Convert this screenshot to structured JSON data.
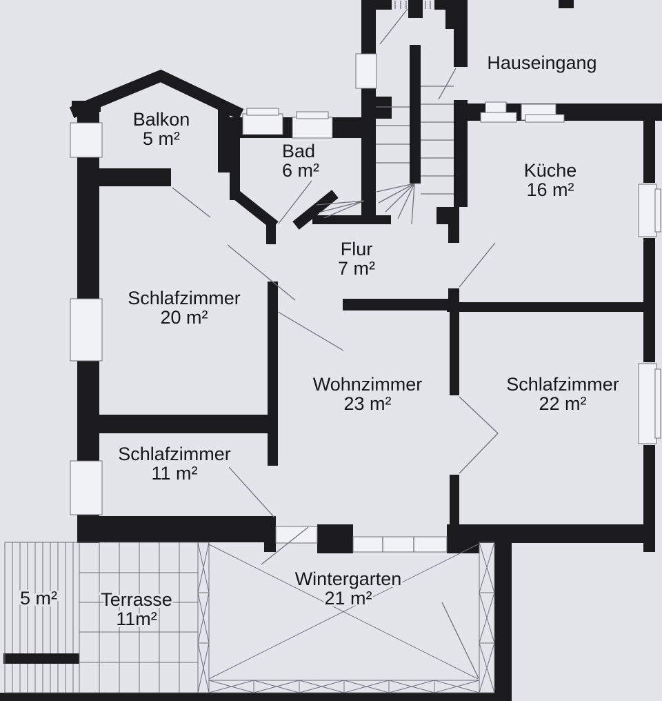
{
  "plan": {
    "entrance_label": "Hauseingang",
    "rooms": [
      {
        "name": "Balkon",
        "area": "5 m²"
      },
      {
        "name": "Bad",
        "area": "6 m²"
      },
      {
        "name": "Küche",
        "area": "16 m²"
      },
      {
        "name": "Flur",
        "area": "7 m²"
      },
      {
        "name": "Schlafzimmer",
        "area": "20 m²"
      },
      {
        "name": "Wohnzimmer",
        "area": "23 m²"
      },
      {
        "name": "Schlafzimmer",
        "area": "22 m²"
      },
      {
        "name": "Schlafzimmer",
        "area": "11 m²"
      },
      {
        "name": "Wintergarten",
        "area": "21 m²"
      },
      {
        "name": "Terrasse",
        "area": "11m²"
      }
    ],
    "side_area": {
      "area": "5 m²"
    },
    "colors": {
      "background": "#e4e5ea",
      "wall": "#1b1b1d",
      "line": "#6f6f78",
      "window": "#f1f2f5",
      "text": "#17171a"
    }
  }
}
